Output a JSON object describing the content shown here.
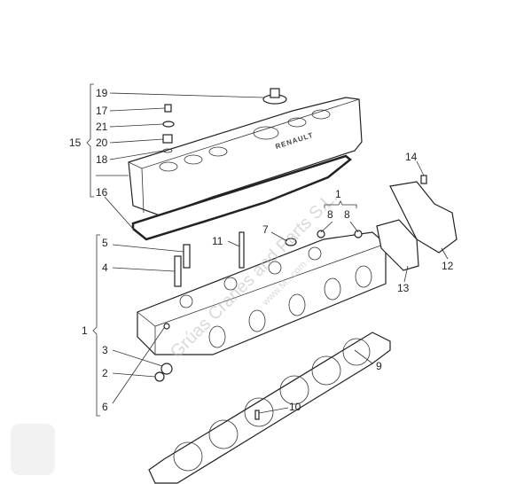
{
  "diagram": {
    "brand_text": "RENAULT",
    "watermark": "Grúas Cranes and Parts S.L.",
    "watermark_sub": "www.M...com",
    "callouts": {
      "c19": "19",
      "c17": "17",
      "c21": "21",
      "c20": "20",
      "c18": "18",
      "c15": "15",
      "c16": "16",
      "c5": "5",
      "c4": "4",
      "c1a": "1",
      "c3": "3",
      "c2": "2",
      "c6": "6",
      "c11": "11",
      "c7": "7",
      "c1b": "1",
      "c8a": "8",
      "c8b": "8",
      "c14": "14",
      "c12": "12",
      "c13": "13",
      "c9": "9",
      "c10": "10"
    }
  }
}
